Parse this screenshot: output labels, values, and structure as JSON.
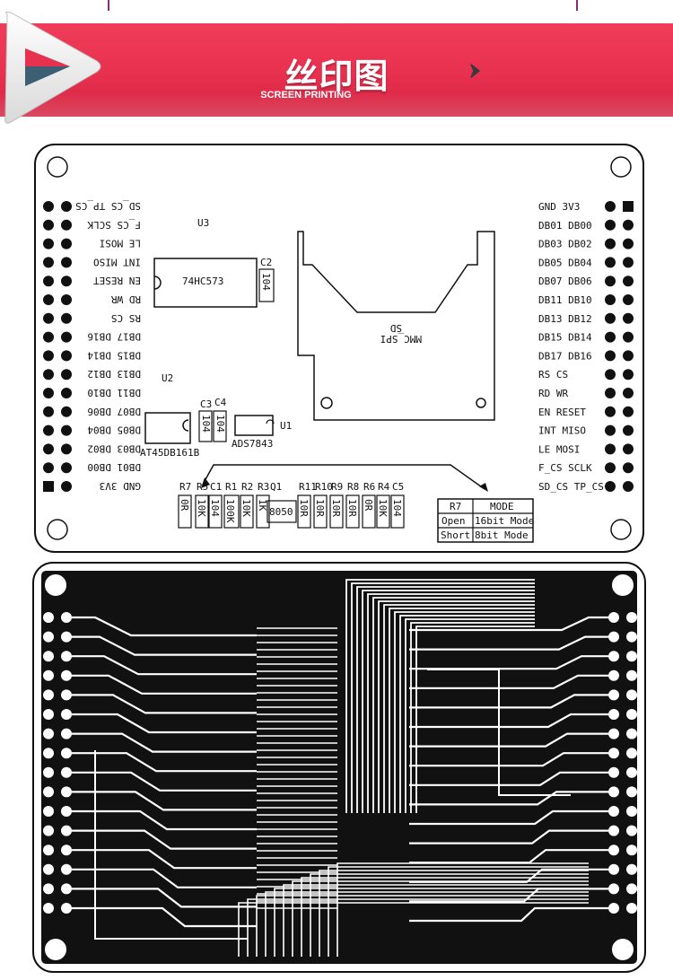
{
  "header": {
    "title": "丝印图",
    "subtitle": "SCREEN PRINTING",
    "accent_color": "#e8304f",
    "arrow_icon": "chevron-right-icon"
  },
  "silkscreen": {
    "left_header_labels": [
      [
        "SD_CS",
        "TP_CS"
      ],
      [
        "F_CS",
        "SCLK"
      ],
      [
        "LE",
        "MOSI"
      ],
      [
        "INT",
        "MISO"
      ],
      [
        "EN",
        "RESET"
      ],
      [
        "RD",
        "WR"
      ],
      [
        "RS",
        "CS"
      ],
      [
        "DB17",
        "DB16"
      ],
      [
        "DB15",
        "DB14"
      ],
      [
        "DB13",
        "DB12"
      ],
      [
        "DB11",
        "DB10"
      ],
      [
        "DB07",
        "DB06"
      ],
      [
        "DB05",
        "DB04"
      ],
      [
        "DB03",
        "DB02"
      ],
      [
        "DB01",
        "DB00"
      ],
      [
        "GND",
        "3V3"
      ]
    ],
    "right_header_labels": [
      [
        "GND",
        "3V3"
      ],
      [
        "DB01",
        "DB00"
      ],
      [
        "DB03",
        "DB02"
      ],
      [
        "DB05",
        "DB04"
      ],
      [
        "DB07",
        "DB06"
      ],
      [
        "DB11",
        "DB10"
      ],
      [
        "DB13",
        "DB12"
      ],
      [
        "DB15",
        "DB14"
      ],
      [
        "DB17",
        "DB16"
      ],
      [
        "RS",
        "CS"
      ],
      [
        "RD",
        "WR"
      ],
      [
        "EN",
        "RESET"
      ],
      [
        "INT",
        "MISO"
      ],
      [
        "LE",
        "MOSI"
      ],
      [
        "F_CS",
        "SCLK"
      ],
      [
        "SD_CS",
        "TP_CS"
      ]
    ],
    "u3": {
      "ref": "U3",
      "part": "74HC573"
    },
    "c2": {
      "ref": "C2",
      "value": "104"
    },
    "sd": {
      "label1": "SD",
      "label2": "MMC_SPI"
    },
    "u2": {
      "ref": "U2",
      "part": "AT45DB161B"
    },
    "c3": {
      "ref": "C3",
      "value": "104"
    },
    "c4": {
      "ref": "C4",
      "value": "104"
    },
    "u1": {
      "ref": "U1",
      "part": "ADS7843"
    },
    "bottom_refs": [
      "R7",
      "R5",
      "C1",
      "R1",
      "R2",
      "R3",
      "Q1",
      "R11",
      "R10",
      "R9",
      "R8",
      "R6",
      "R4",
      "C5"
    ],
    "bottom_values": [
      "0R",
      "10K",
      "104",
      "100K",
      "10K",
      "1K",
      "8050",
      "10R",
      "10R",
      "10R",
      "10R",
      "0R",
      "10K",
      "104"
    ],
    "mode_table": {
      "header": [
        "R7",
        "MODE"
      ],
      "rows": [
        [
          "Open",
          "16bit Mode"
        ],
        [
          "Short",
          "8bit Mode"
        ]
      ]
    }
  }
}
